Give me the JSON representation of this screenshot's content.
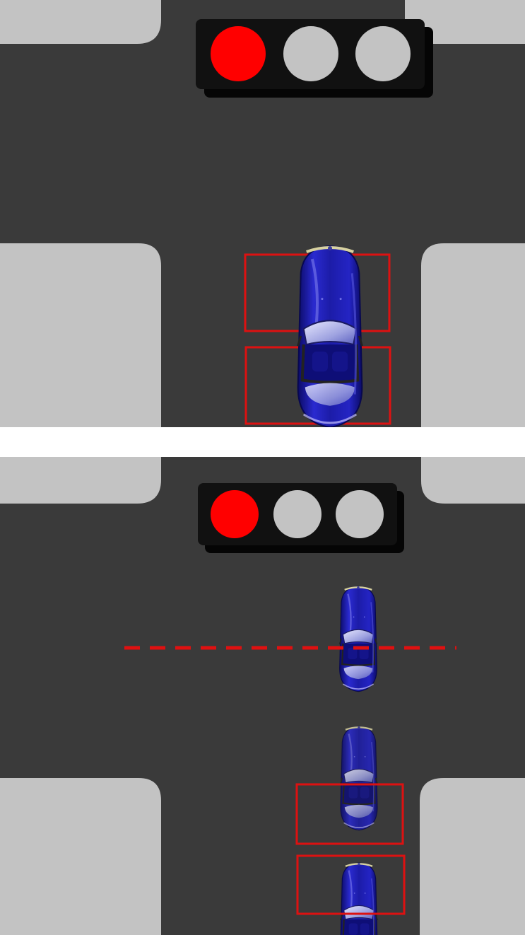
{
  "colors": {
    "road": "#3a3a3a",
    "sidewalk": "#c3c3c3",
    "divider": "#ffffff",
    "signal_housing": "#111111",
    "signal_shadow": "#050505",
    "signal_red_on": "#ff0000",
    "signal_off": "#c3c3c3",
    "detection_box": "#dd1111",
    "stop_line": "#e01010",
    "car_body": "#1c1ca8",
    "car_body_dark": "#0b0b66",
    "car_highlight": "#6f6fe6",
    "car_glass": "#b9bbe8",
    "car_trim": "#d8d2a0"
  },
  "scenes": [
    {
      "name": "top-scene",
      "signal": {
        "lamps": [
          "red-on",
          "off",
          "off"
        ]
      },
      "cars": 1,
      "detection_boxes": 2,
      "stop_line": false
    },
    {
      "name": "bottom-scene",
      "signal": {
        "lamps": [
          "red-on",
          "off",
          "off"
        ]
      },
      "cars": 3,
      "detection_boxes": 2,
      "stop_line": true
    }
  ]
}
